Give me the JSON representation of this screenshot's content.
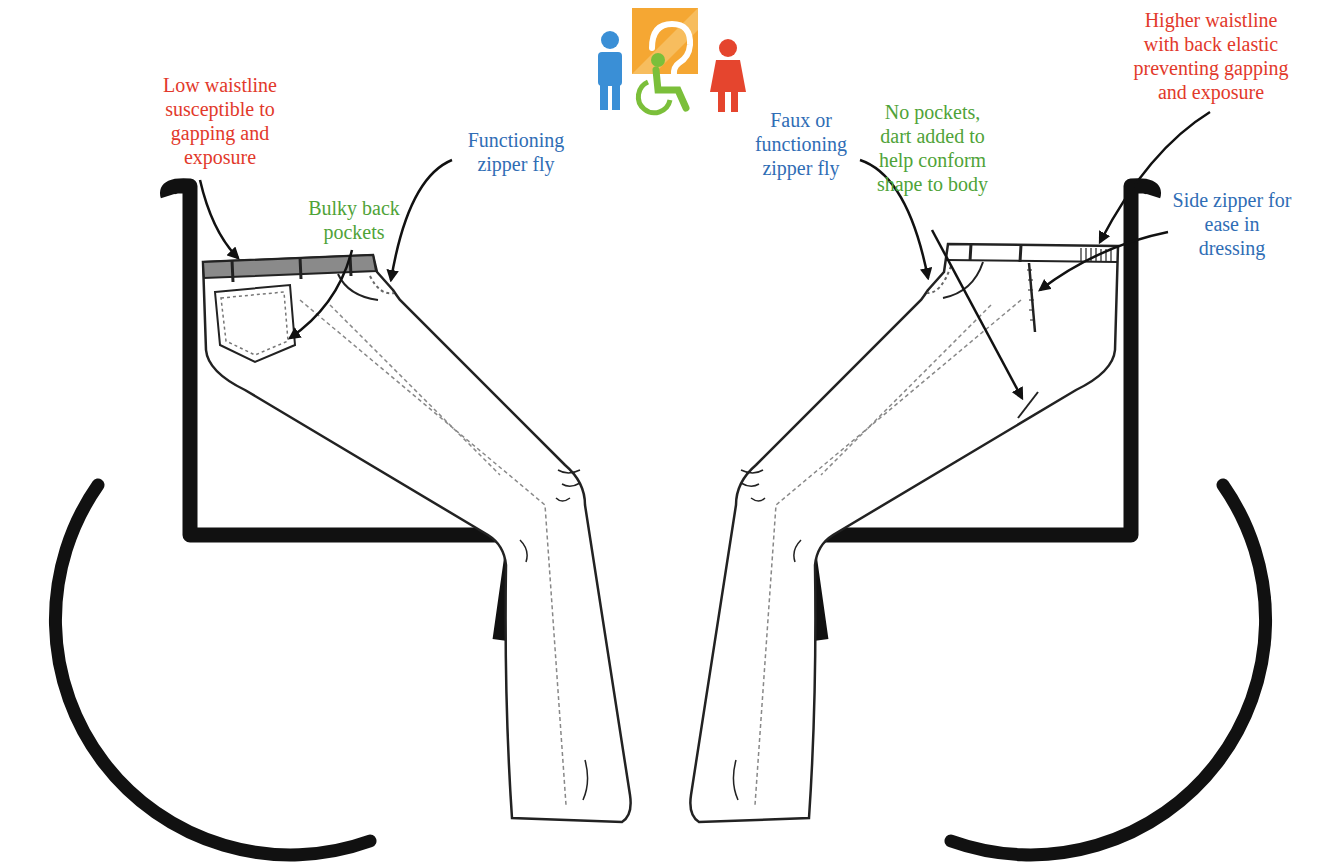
{
  "diagram": {
    "labels": [
      "Low waistline susceptible to gapping and exposure",
      "Bulky back pockets",
      "Functioning zipper fly",
      "No pockets, dart added to help conform shape to body",
      "Higher waistline with back elastic preventing gapping and exposure",
      "Faux or functioning zipper fly",
      "Side zipper for ease in dressing"
    ]
  }
}
